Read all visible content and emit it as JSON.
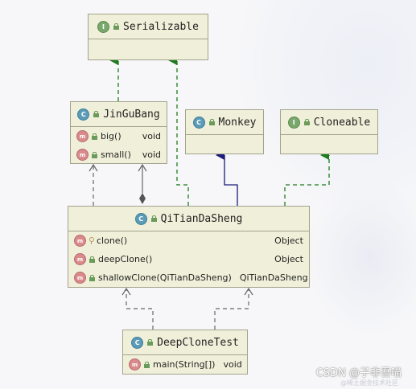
{
  "classes": {
    "serializable": {
      "name": "Serializable",
      "kind": "I"
    },
    "jingubang": {
      "name": "JinGuBang",
      "kind": "C",
      "methods": [
        {
          "name": "big()",
          "type": "void"
        },
        {
          "name": "small()",
          "type": "void"
        }
      ]
    },
    "monkey": {
      "name": "Monkey",
      "kind": "C"
    },
    "cloneable": {
      "name": "Cloneable",
      "kind": "I"
    },
    "qitiandasheng": {
      "name": "QiTianDaSheng",
      "kind": "C",
      "methods": [
        {
          "name": "clone()",
          "type": "Object"
        },
        {
          "name": "deepClone()",
          "type": "Object"
        },
        {
          "name": "shallowClone(QiTianDaSheng)",
          "type": "QiTianDaSheng"
        }
      ]
    },
    "deepclonetest": {
      "name": "DeepCloneTest",
      "kind": "C",
      "methods": [
        {
          "name": "main(String[])",
          "type": "void"
        }
      ]
    }
  },
  "method_badge": "m",
  "colors": {
    "box_fill": "#f0f0da",
    "box_border": "#a3a38c",
    "implements_arrow": "#1e7a1e",
    "extends_arrow": "#1c1c7a",
    "dependency": "#666666"
  },
  "watermark": {
    "text": "CSDN @子非吾喵",
    "subtext": "@稀土掘金技术社区"
  }
}
